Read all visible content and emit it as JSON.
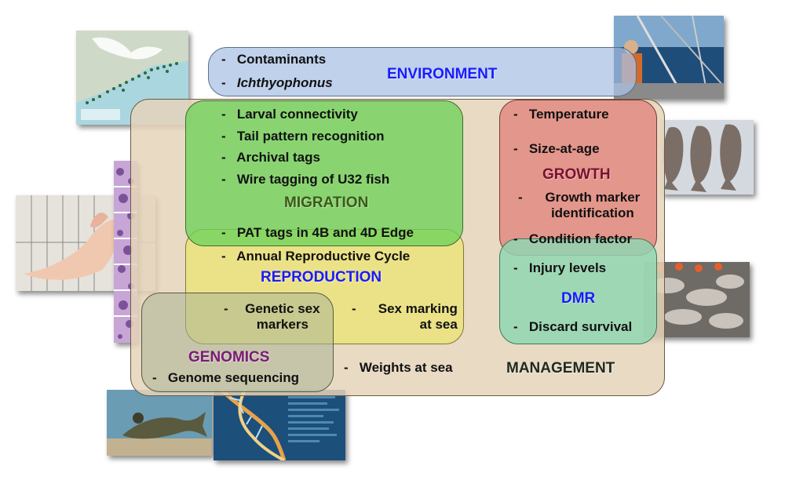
{
  "labels": {
    "environment": "ENVIRONMENT",
    "migration": "MIGRATION",
    "reproduction": "REPRODUCTION",
    "growth": "GROWTH",
    "dmr": "DMR",
    "genomics": "GENOMICS",
    "management": "MANAGEMENT"
  },
  "environment": {
    "items": [
      "Contaminants",
      "Ichthyophonus"
    ]
  },
  "migration": {
    "items": [
      "Larval connectivity",
      "Tail pattern recognition",
      "Archival tags",
      "Wire tagging of U32 fish",
      "PAT tags in 4B and 4D Edge"
    ]
  },
  "reproduction": {
    "items": [
      "Annual Reproductive Cycle",
      "Genetic sex markers",
      "Sex marking at sea"
    ]
  },
  "growth": {
    "items": [
      "Temperature",
      "Size-at-age",
      "Growth marker identification",
      "Condition factor"
    ]
  },
  "dmr": {
    "items": [
      "Injury levels",
      "Discard survival"
    ]
  },
  "genomics": {
    "items": [
      "Genome sequencing"
    ]
  },
  "management": {
    "items": [
      "Weights at sea"
    ]
  },
  "colors": {
    "environment_label": "#1a1aff",
    "migration_label": "#3b5a1a",
    "reproduction_label": "#1a1aff",
    "growth_label": "#7a1030",
    "dmr_label": "#1a1aff",
    "genomics_label": "#7a1a7a",
    "management_label": "#1e2a1e"
  }
}
